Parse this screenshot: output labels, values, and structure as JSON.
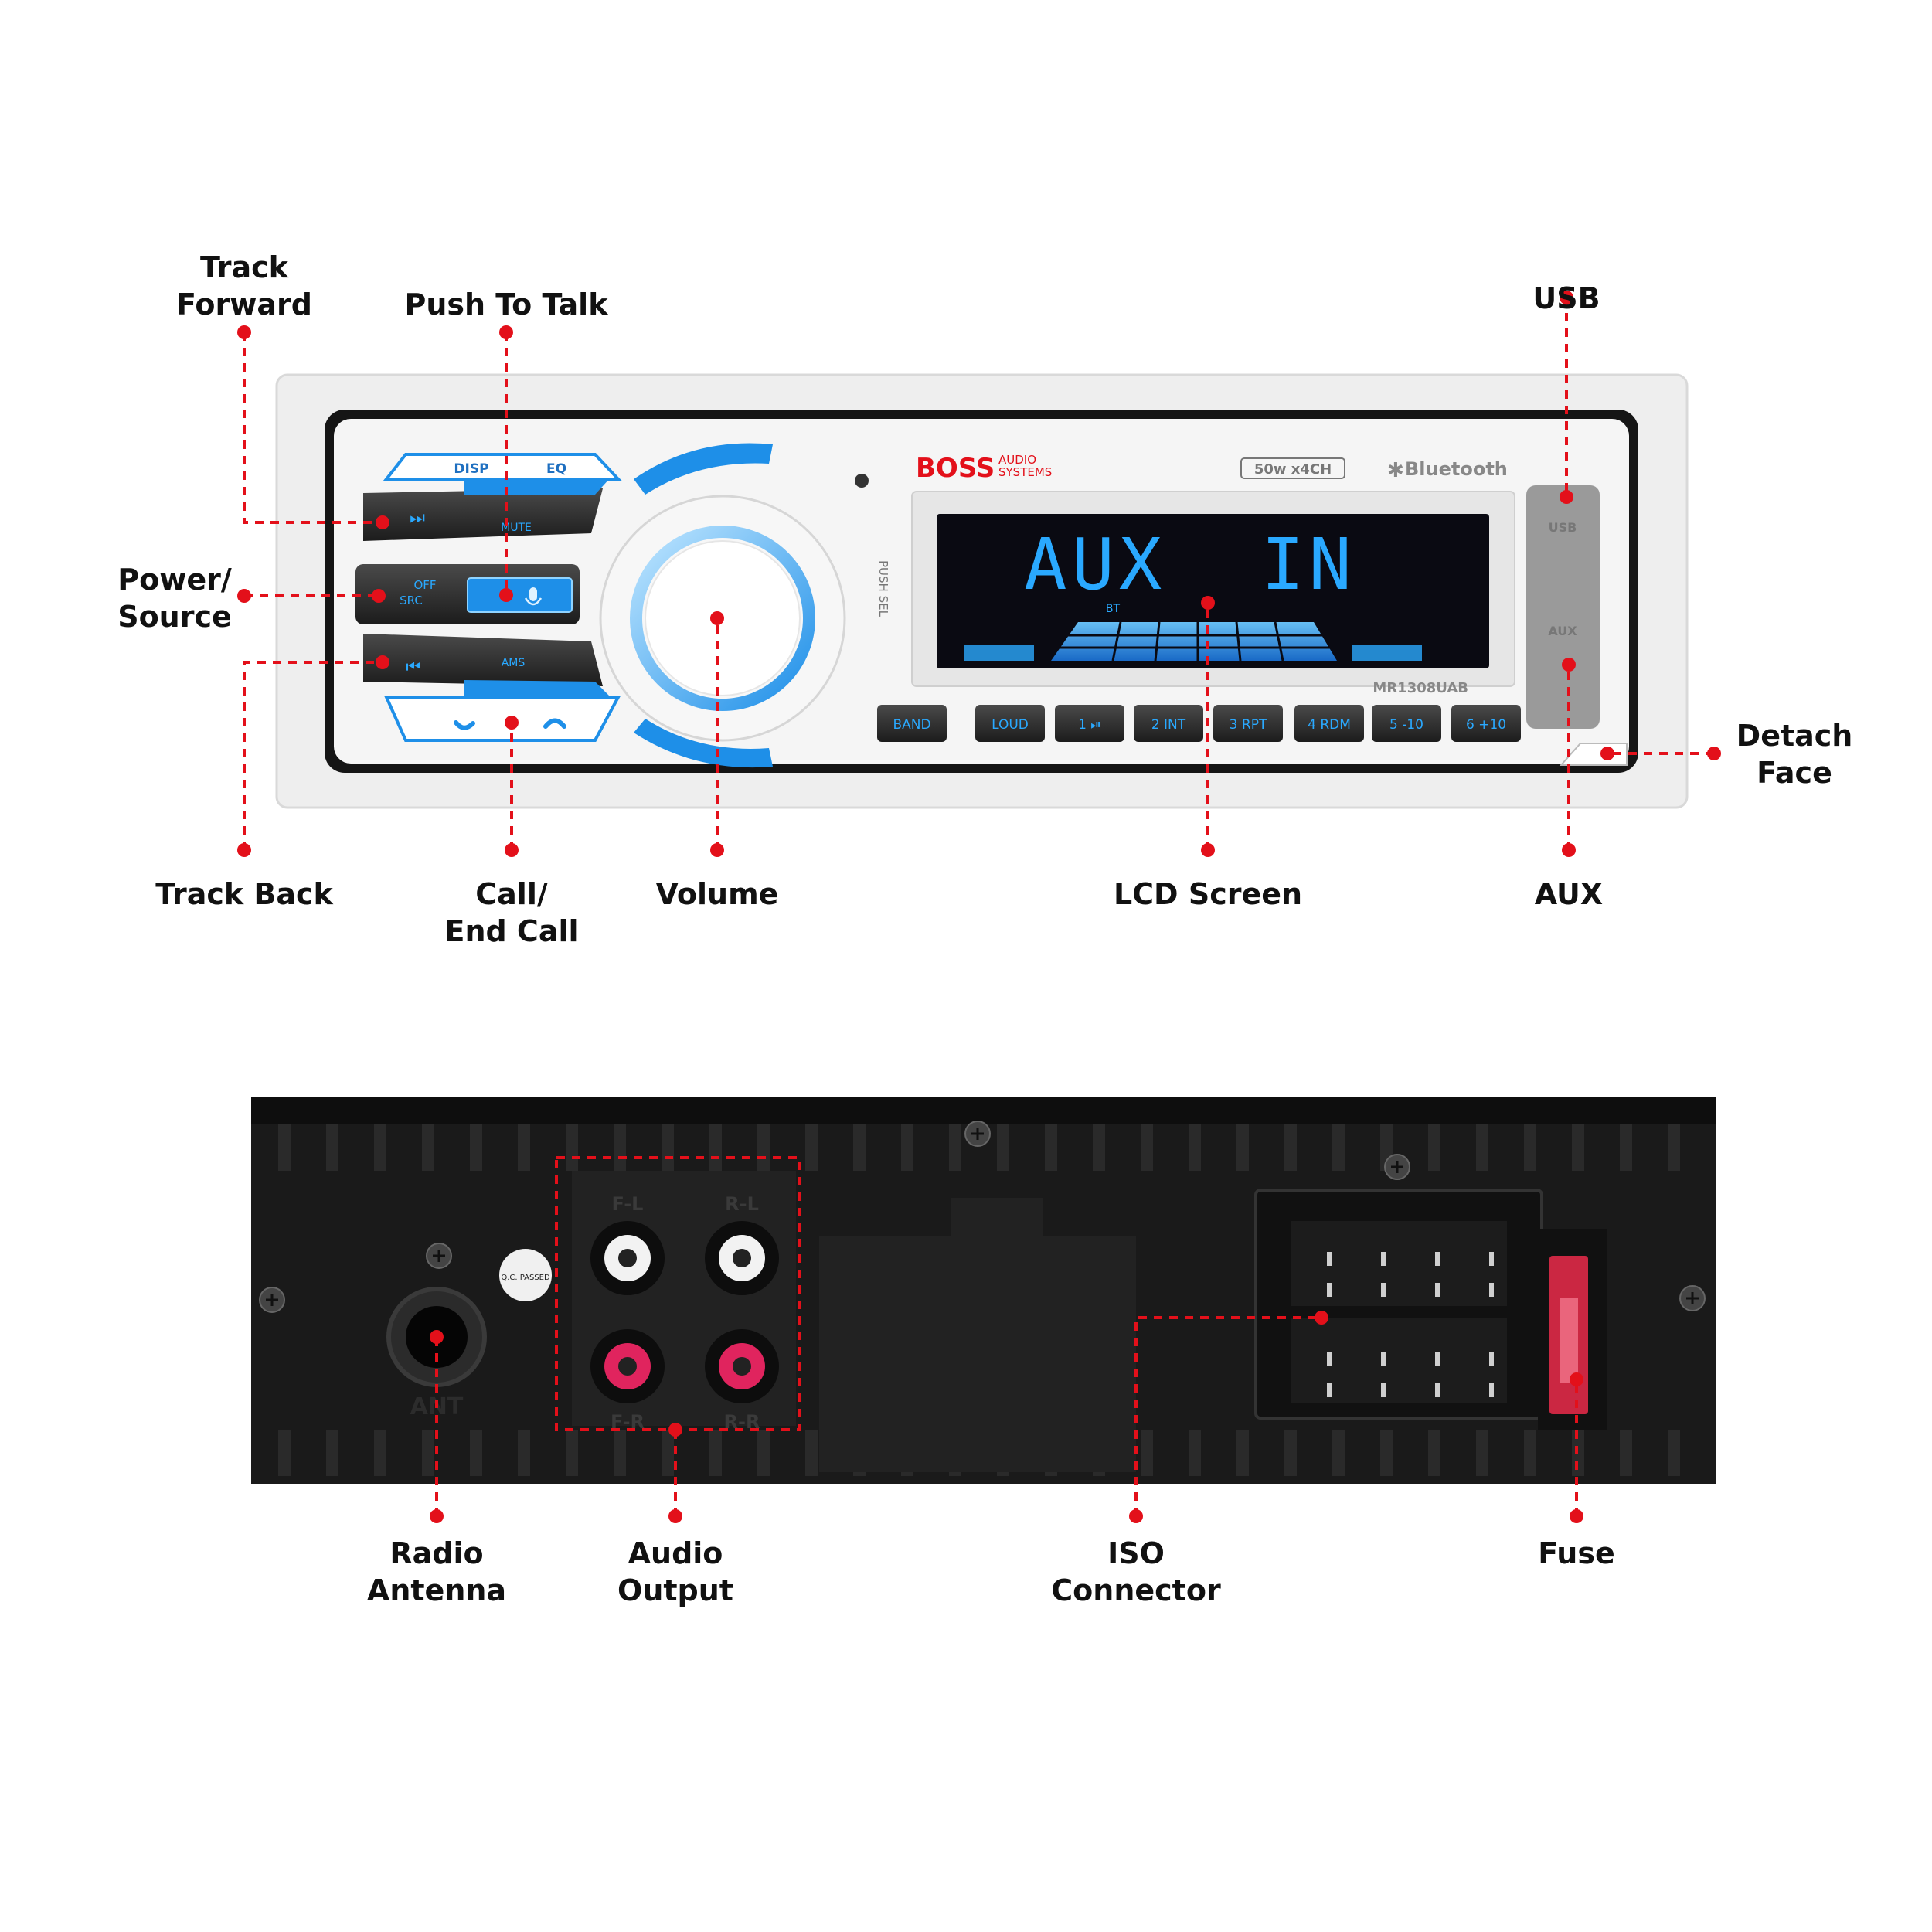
{
  "colors": {
    "callout_red": "#e3101a",
    "lcd_blue": "#2aa9ff",
    "accent_blue": "#1e8fe8",
    "unit_black": "#1b1b1b",
    "faceplate_white": "#f2f2f2"
  },
  "front_panel": {
    "brand_logo": "BOSS",
    "brand_sub_1": "AUDIO",
    "brand_sub_2": "SYSTEMS",
    "power_badge": "50w x4CH",
    "bluetooth_label": "Bluetooth",
    "model_number": "MR1308UAB",
    "push_sel_label": "PUSH SEL",
    "lcd_text": "AUX  IN",
    "lcd_sub": "BT",
    "top_buttons": {
      "disp": "DISP",
      "eq": "EQ"
    },
    "side_buttons": {
      "track_forward": "⏭",
      "mute": "MUTE",
      "power_off": "OFF",
      "source": "SRC",
      "track_back": "⏮",
      "ams": "AMS"
    },
    "preset_buttons": [
      "BAND",
      "LOUD",
      "1 ⏯",
      "2 INT",
      "3 RPT",
      "4 RDM",
      "5 -10",
      "6 +10"
    ],
    "port_labels": {
      "usb": "USB",
      "aux": "AUX"
    }
  },
  "rear_panel": {
    "antenna_label": "ANT",
    "rca_labels": [
      "F-L",
      "R-L",
      "F-R",
      "R-R"
    ],
    "qc_sticker": "Q.C. PASSED"
  },
  "callouts": {
    "track_forward": [
      "Track",
      "Forward"
    ],
    "push_to_talk": [
      "Push To Talk"
    ],
    "usb": [
      "USB"
    ],
    "power_source": [
      "Power/",
      "Source"
    ],
    "detach_face": [
      "Detach",
      "Face"
    ],
    "track_back": [
      "Track Back"
    ],
    "call_end_call": [
      "Call/",
      "End Call"
    ],
    "volume": [
      "Volume"
    ],
    "lcd_screen": [
      "LCD Screen"
    ],
    "aux": [
      "AUX"
    ],
    "radio_antenna": [
      "Radio",
      "Antenna"
    ],
    "audio_output": [
      "Audio",
      "Output"
    ],
    "iso_connector": [
      "ISO",
      "Connector"
    ],
    "fuse": [
      "Fuse"
    ]
  }
}
